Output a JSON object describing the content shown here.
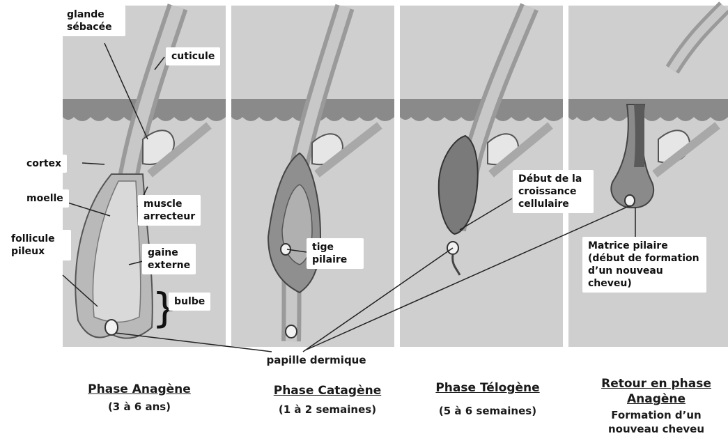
{
  "labels": {
    "glande": "glande\nsébacée",
    "cuticule": "cuticule",
    "cortex": "cortex",
    "moelle": "moelle",
    "muscle": "muscle\narrecteur",
    "follicule": "follicule\npileux",
    "gaine": "gaine\nexterne",
    "bulbe": "bulbe",
    "tige": "tige\npilaire",
    "debut": "Début de  la\ncroissance\ncellulaire",
    "matrice": "Matrice pilaire\n(début de formation\nd’un nouveau\ncheveu)",
    "papille": "papille dermique"
  },
  "phases": [
    {
      "title": "Phase Anagène",
      "sub": "(3 à 6 ans)"
    },
    {
      "title": "Phase Catagène",
      "sub": "(1 à 2 semaines)"
    },
    {
      "title": "Phase Télogène",
      "sub": "(5 à 6 semaines)"
    },
    {
      "title": "Retour en phase\nAnagène",
      "sub": "Formation d’un\nnouveau cheveu"
    }
  ],
  "colors": {
    "panel": "#cfcfcf",
    "skin": "#8a8a8a",
    "tissue": "#b9b9b9",
    "dark": "#5a5a5a",
    "line": "#222222"
  }
}
